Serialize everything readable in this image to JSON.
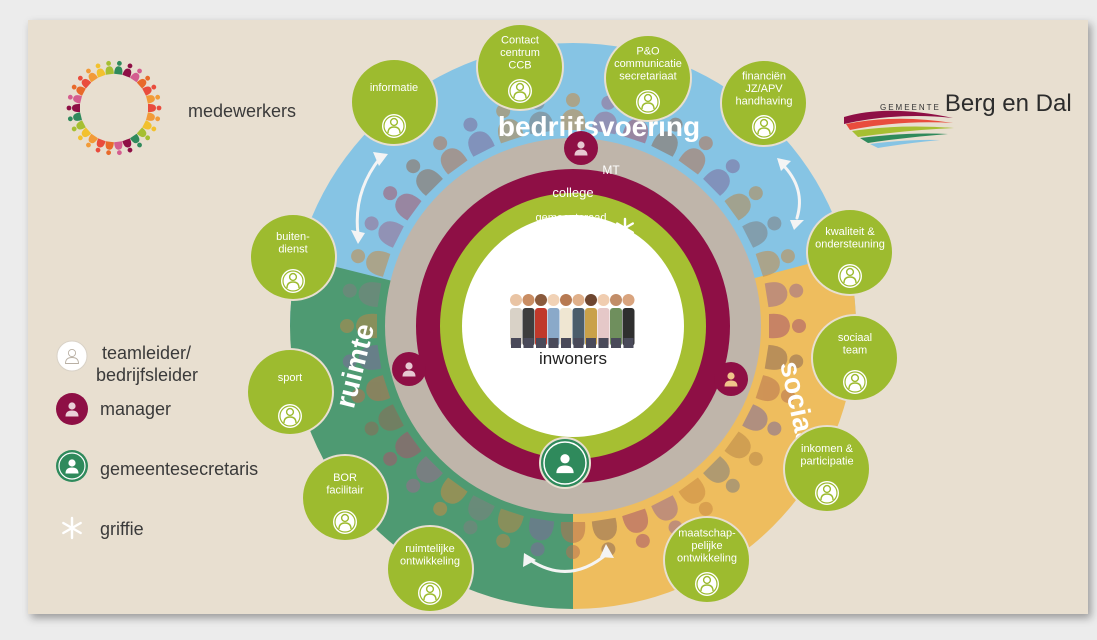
{
  "legend": {
    "employees": "medewerkers",
    "team_leader_line1": "teamleider/",
    "team_leader_line2": "bedrijfsleider",
    "manager": "manager",
    "secretary": "gemeentesecretaris",
    "registry": "griffie"
  },
  "logo": {
    "prefix": "GEMEENTE",
    "name": "Berg en Dal"
  },
  "sections": {
    "top": "bedrijfsvoering",
    "left": "ruimte",
    "right": "sociaal"
  },
  "rings": {
    "mt": "MT",
    "college": "college",
    "council": "gemeenteraad",
    "center": "inwoners"
  },
  "teams": [
    {
      "lines": [
        "informatie"
      ]
    },
    {
      "lines": [
        "Contact",
        "centrum",
        "CCB"
      ]
    },
    {
      "lines": [
        "P&O",
        "communicatie",
        "secretariaat"
      ]
    },
    {
      "lines": [
        "financiën",
        "JZ/APV",
        "handhaving"
      ]
    },
    {
      "lines": [
        "kwaliteit &",
        "ondersteuning"
      ]
    },
    {
      "lines": [
        "sociaal",
        "team"
      ]
    },
    {
      "lines": [
        "inkomen &",
        "participatie"
      ]
    },
    {
      "lines": [
        "maatschap-",
        "pelijke",
        "ontwikkeling"
      ]
    },
    {
      "lines": [
        "ruimtelijke",
        "ontwikkeling"
      ]
    },
    {
      "lines": [
        "BOR",
        "facilitair"
      ]
    },
    {
      "lines": [
        "sport"
      ]
    },
    {
      "lines": [
        "buiten-",
        "dienst"
      ]
    }
  ],
  "colors": {
    "background": "#e8dfd0",
    "blue": "#86c4e4",
    "orange": "#eebd5e",
    "green_section": "#4e9a72",
    "team_green": "#9dbb2f",
    "college": "#8e0f45",
    "mt_ring": "#bfb5aa",
    "council": "#a6bf32",
    "secretary": "#2f8a5c"
  }
}
